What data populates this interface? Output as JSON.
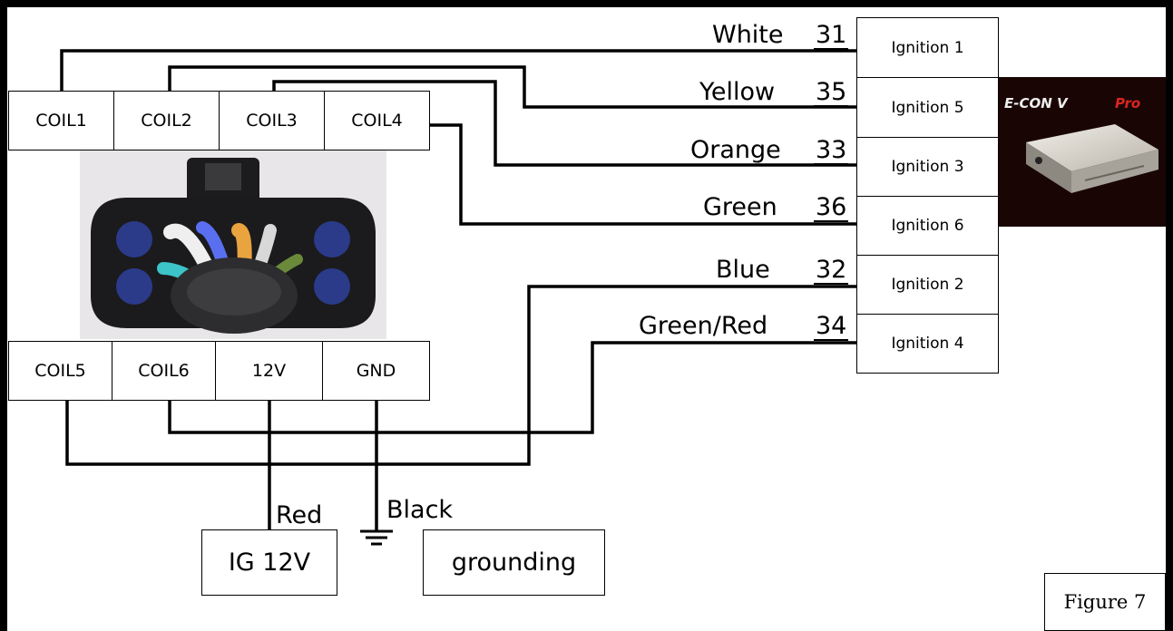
{
  "connector_top": [
    "COIL1",
    "COIL2",
    "COIL3",
    "COIL4"
  ],
  "connector_bottom": [
    "COIL5",
    "COIL6",
    "12V",
    "GND"
  ],
  "wires": [
    {
      "color_label": "White",
      "pin": "31",
      "ignition": "Ignition 1"
    },
    {
      "color_label": "Yellow",
      "pin": "35",
      "ignition": "Ignition 5"
    },
    {
      "color_label": "Orange",
      "pin": "33",
      "ignition": "Ignition 3"
    },
    {
      "color_label": "Green",
      "pin": "36",
      "ignition": "Ignition 6"
    },
    {
      "color_label": "Blue",
      "pin": "32",
      "ignition": "Ignition 2"
    },
    {
      "color_label": "Green/Red",
      "pin": "34",
      "ignition": "Ignition 4"
    }
  ],
  "power": {
    "wire_label": "Red",
    "box_label": "IG 12V"
  },
  "ground": {
    "wire_label": "Black",
    "box_label": "grounding"
  },
  "product_logo": "E-CON V Pro",
  "figure_label": "Figure 7",
  "colors": {
    "line": "#000000",
    "connector_bg": "#e9e6ea",
    "unit_bg": "#1a0505",
    "logo": "#d9251f"
  }
}
